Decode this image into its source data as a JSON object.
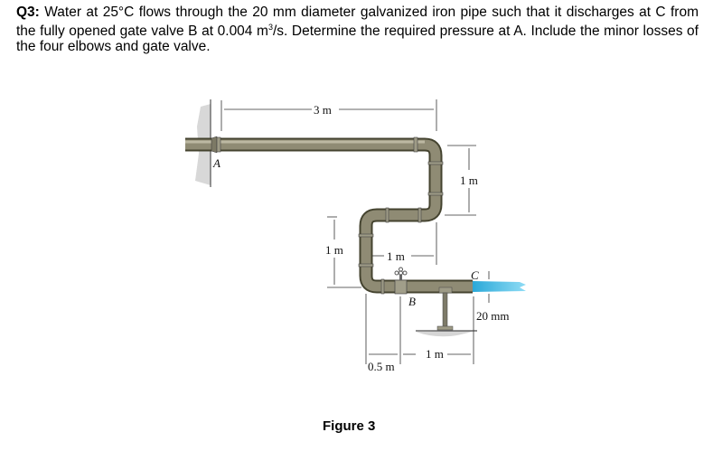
{
  "question": {
    "label": "Q3:",
    "text_part1": " Water at 25°C flows through the 20 mm diameter galvanized iron pipe such that it discharges at C from the fully opened gate valve B at 0.004 m",
    "superscript": "3",
    "text_part2": "/s. Determine the required pressure at A. Include the minor losses of the four elbows and gate valve."
  },
  "figure": {
    "caption": "Figure 3",
    "labels": {
      "point_a": "A",
      "point_b": "B",
      "point_c": "C",
      "dim_top": "3 m",
      "dim_right_vertical": "1 m",
      "dim_left_vertical": "1 m",
      "dim_middle_horizontal": "1 m",
      "dim_diameter": "20 mm",
      "dim_bottom_left": "0.5 m",
      "dim_bottom_right": "1 m"
    },
    "colors": {
      "pipe": "#8a8670",
      "water": "#3cb8e0",
      "ground": "#cfcfcf"
    }
  }
}
